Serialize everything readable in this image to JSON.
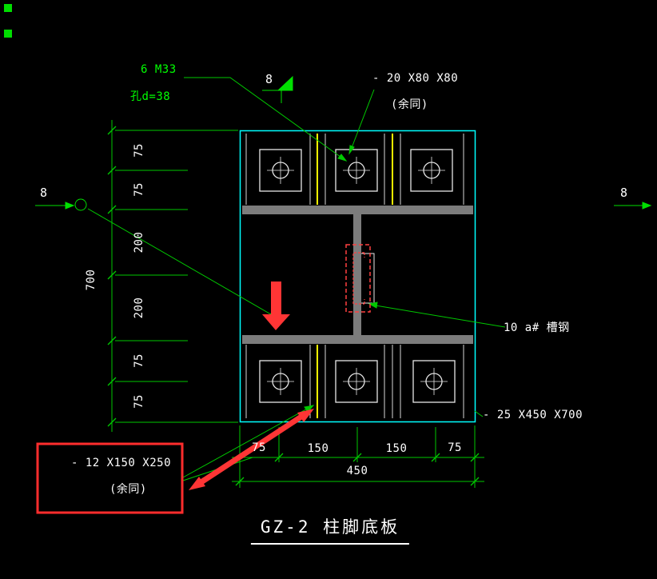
{
  "annotations": {
    "bolt_spec": "6 M33",
    "hole_spec": "孔d=38",
    "corner_plate": "- 20 X80 X80",
    "corner_plate_note": "(余同)",
    "channel_steel": "10 a# 槽钢",
    "base_plate": "- 25 X450 X700",
    "stiffener_plate": "- 12 X150 X250",
    "stiffener_plate_note": "(余同)"
  },
  "section_markers": {
    "top": "8",
    "left": "8",
    "right": "8"
  },
  "dimensions": {
    "vertical_total": "700",
    "vertical_segments": [
      "75",
      "75",
      "200",
      "200",
      "75",
      "75"
    ],
    "horizontal_segments": [
      "75",
      "150",
      "150",
      "75"
    ],
    "horizontal_total": "450"
  },
  "title": "GZ-2 柱脚底板",
  "colors": {
    "background": "#000000",
    "plate_outline": "#00ffff",
    "dimension_green": "#00c800",
    "label_green": "#00ff00",
    "text_white": "#ffffff",
    "stiffener_highlight": "#ffff00",
    "steel_fill": "#7c7c7c",
    "annotation_red": "#ff3535"
  }
}
